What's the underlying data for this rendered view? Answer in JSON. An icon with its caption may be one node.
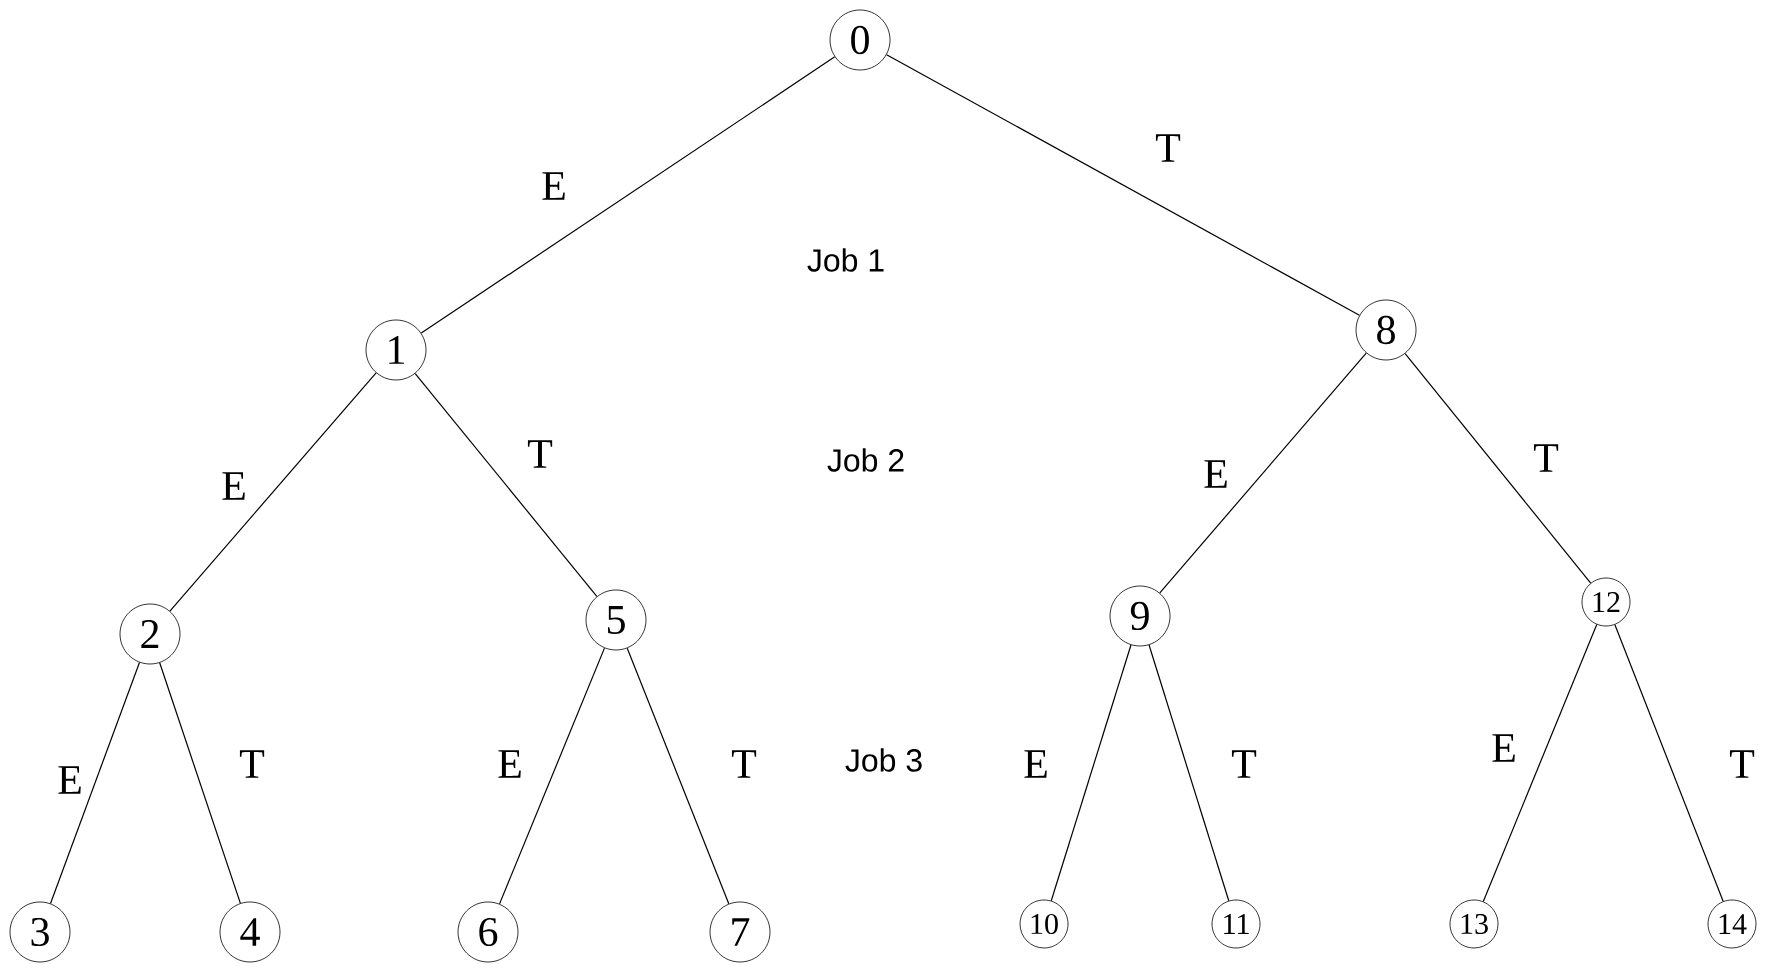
{
  "diagram": {
    "nodes": [
      {
        "text": [
          "0"
        ]
      },
      {
        "text": [
          "1"
        ]
      },
      {
        "text": [
          "8"
        ]
      },
      {
        "text": [
          "2"
        ]
      },
      {
        "text": [
          "5"
        ]
      },
      {
        "text": [
          "9"
        ]
      },
      {
        "text": [
          "12"
        ]
      },
      {
        "text": [
          "3"
        ]
      },
      {
        "text": [
          "4"
        ]
      },
      {
        "text": [
          "6"
        ]
      },
      {
        "text": [
          "7"
        ]
      },
      {
        "text": [
          "10"
        ]
      },
      {
        "text": [
          "11"
        ]
      },
      {
        "text": [
          "13"
        ]
      },
      {
        "text": [
          "14"
        ]
      }
    ],
    "edges": [
      {
        "from": 0,
        "to": 1,
        "arrow": "none",
        "label": "E"
      },
      {
        "from": 0,
        "to": 2,
        "arrow": "none",
        "label": "T"
      },
      {
        "from": 1,
        "to": 3,
        "arrow": "none",
        "label": "E"
      },
      {
        "from": 1,
        "to": 4,
        "arrow": "none",
        "label": "T"
      },
      {
        "from": 2,
        "to": 5,
        "arrow": "none",
        "label": "E"
      },
      {
        "from": 2,
        "to": 6,
        "arrow": "none",
        "label": "T"
      },
      {
        "from": 3,
        "to": 7,
        "arrow": "none",
        "label": "E"
      },
      {
        "from": 3,
        "to": 8,
        "arrow": "none",
        "label": "T"
      },
      {
        "from": 4,
        "to": 9,
        "arrow": "none",
        "label": "E"
      },
      {
        "from": 4,
        "to": 10,
        "arrow": "none",
        "label": "T"
      },
      {
        "from": 5,
        "to": 11,
        "arrow": "none",
        "label": "E"
      },
      {
        "from": 5,
        "to": 12,
        "arrow": "none",
        "label": "T"
      },
      {
        "from": 6,
        "to": 13,
        "arrow": "none",
        "label": "E"
      },
      {
        "from": 6,
        "to": 14,
        "arrow": "none",
        "label": "T"
      }
    ],
    "labels": [
      "Job 1",
      "Job 2",
      "Job 3"
    ]
  }
}
